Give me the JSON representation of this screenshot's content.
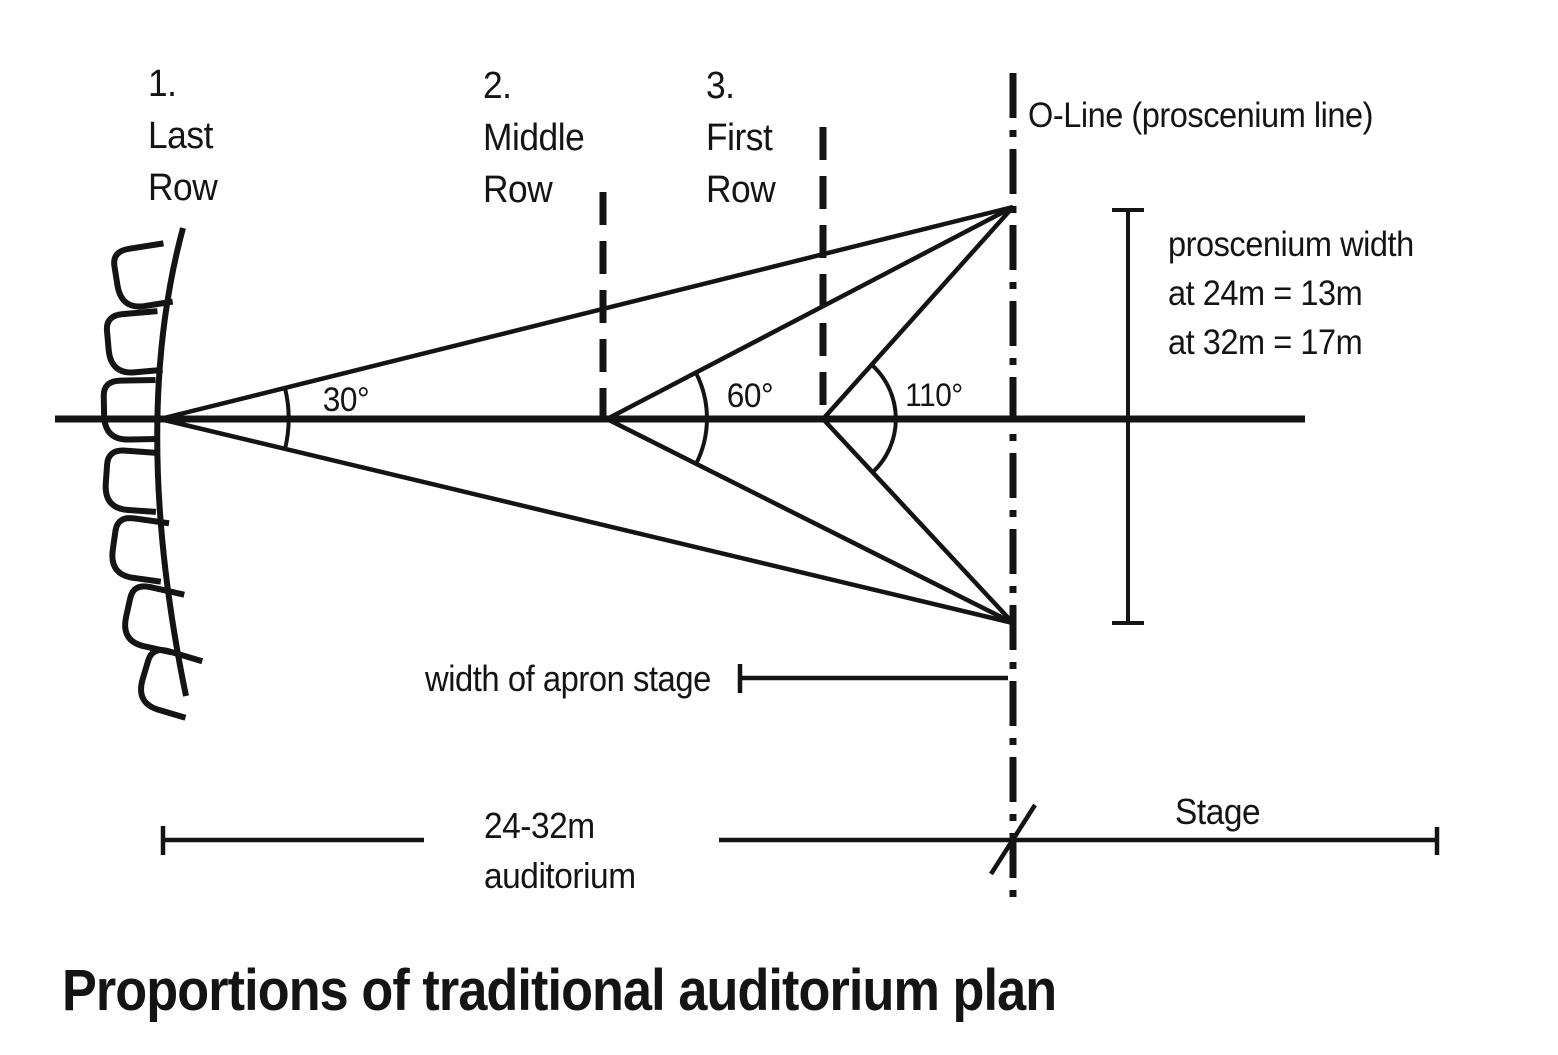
{
  "title": "Proportions of traditional auditorium plan",
  "colors": {
    "ink": "#141414",
    "background": "#ffffff"
  },
  "rows": [
    {
      "number": "1.",
      "line1": "Last",
      "line2": "Row"
    },
    {
      "number": "2.",
      "line1": "Middle",
      "line2": "Row"
    },
    {
      "number": "3.",
      "line1": "First",
      "line2": "Row"
    }
  ],
  "o_line_label": "O-Line (proscenium line)",
  "proscenium_note": {
    "line1": "proscenium width",
    "line2": "at 24m = 13m",
    "line3": "at 32m = 17m"
  },
  "angles": {
    "last_row": "30°",
    "middle_row": "60°",
    "first_row": "110°"
  },
  "apron_label": "width of apron stage",
  "auditorium_measure": {
    "line1": "24-32m",
    "line2": "auditorium"
  },
  "stage_label": "Stage"
}
